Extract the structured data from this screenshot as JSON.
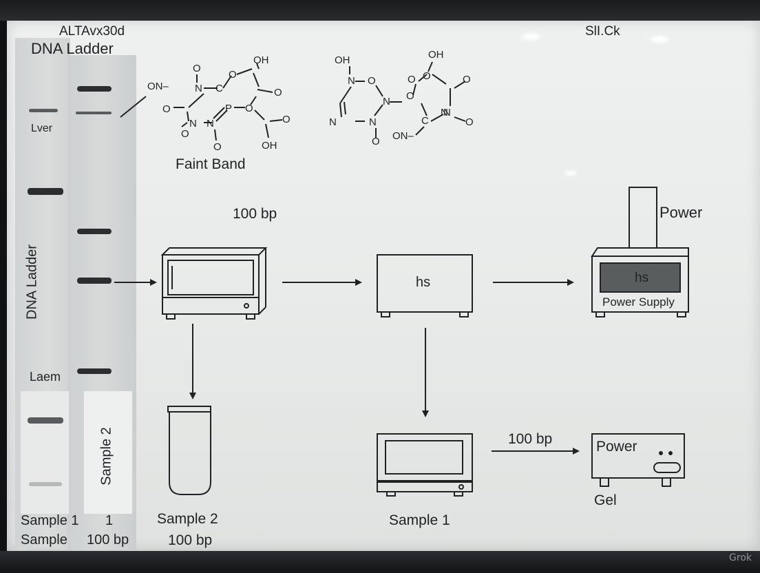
{
  "header": {
    "top_left_title": "ALTAvx30d",
    "top_left_subtitle": "DNA Ladder",
    "top_right": "SlI.Ck"
  },
  "gel": {
    "side_label_1": "Lver",
    "side_label_2": "Laem",
    "vertical_label": "DNA Ladder",
    "lane_label": "Sample 2",
    "bottom_row1": [
      "Sample 1",
      "1"
    ],
    "bottom_row2": [
      "Sample",
      "100 bp"
    ]
  },
  "chemistry": {
    "molecule1_caption": "Faint Band",
    "molecule1_labels": [
      "ON–",
      "OH",
      "O",
      "N",
      "C",
      "O",
      "O",
      "O",
      "N",
      "N",
      "O",
      "P",
      "O",
      "O",
      "O",
      "OH"
    ],
    "molecule2_labels": [
      "OH",
      "OH",
      "N",
      "O",
      "O",
      "O",
      "N",
      "O",
      "O",
      "N",
      "N",
      "N",
      "O",
      "ON–",
      "C",
      "N",
      "O"
    ]
  },
  "diagram": {
    "label_100bp_top": "100 bp",
    "box_center_text": "hs",
    "power_top_label": "Power",
    "power_supply_screen": "hs",
    "power_supply_label": "Power Supply",
    "tube_label": "Sample 2",
    "tube_sublabel": "100 bp",
    "bottom_device_label": "Sample 1",
    "arrow_label": "100 bp",
    "gel_box_power": "Power",
    "gel_box_label": "Gel"
  },
  "watermark": "Grok",
  "colors": {
    "ink": "#1f2223",
    "band": "#2b2d2e",
    "screen": "#5a5d5e",
    "sheet": "#eceeed",
    "frame": "#141517"
  }
}
